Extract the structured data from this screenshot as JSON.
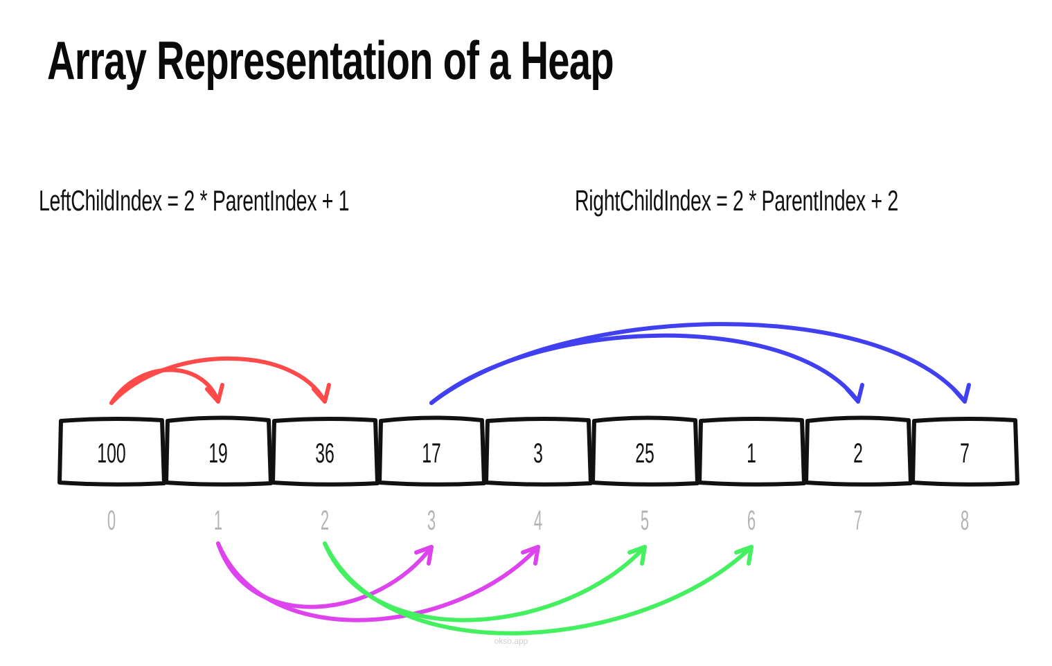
{
  "title": "Array Representation of a Heap",
  "formulas": {
    "left": "LeftChildIndex = 2 * ParentIndex + 1",
    "right": "RightChildIndex = 2 * ParentIndex + 2"
  },
  "array": {
    "values": [
      "100",
      "19",
      "36",
      "17",
      "3",
      "25",
      "1",
      "2",
      "7"
    ],
    "indices": [
      "0",
      "1",
      "2",
      "3",
      "4",
      "5",
      "6",
      "7",
      "8"
    ]
  },
  "arrows": [
    {
      "from": 0,
      "to": 1,
      "color": "#ff4a4a",
      "side": "top"
    },
    {
      "from": 0,
      "to": 2,
      "color": "#ff4a4a",
      "side": "top"
    },
    {
      "from": 3,
      "to": 7,
      "color": "#4040f0",
      "side": "top"
    },
    {
      "from": 3,
      "to": 8,
      "color": "#4040f0",
      "side": "top"
    },
    {
      "from": 1,
      "to": 3,
      "color": "#dd44ee",
      "side": "bottom"
    },
    {
      "from": 1,
      "to": 4,
      "color": "#dd44ee",
      "side": "bottom"
    },
    {
      "from": 2,
      "to": 5,
      "color": "#44f060",
      "side": "bottom"
    },
    {
      "from": 2,
      "to": 6,
      "color": "#44f060",
      "side": "bottom"
    }
  ],
  "watermark": "okso.app"
}
